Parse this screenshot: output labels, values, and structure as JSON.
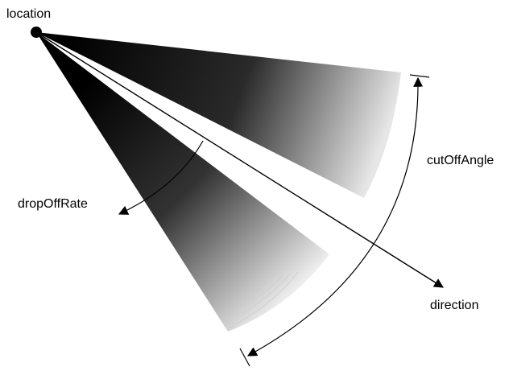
{
  "labels": {
    "location": "location",
    "cutoff_angle": "cutOffAngle",
    "drop_off_rate": "dropOffRate",
    "direction": "direction"
  },
  "colors": {
    "background": "#ffffff",
    "ink": "#000000",
    "cone_dark": "#000000",
    "cone_light": "#f4f4f4"
  },
  "icons": {
    "location_marker": "filled-circle",
    "arrowheads": "filled-triangle"
  }
}
